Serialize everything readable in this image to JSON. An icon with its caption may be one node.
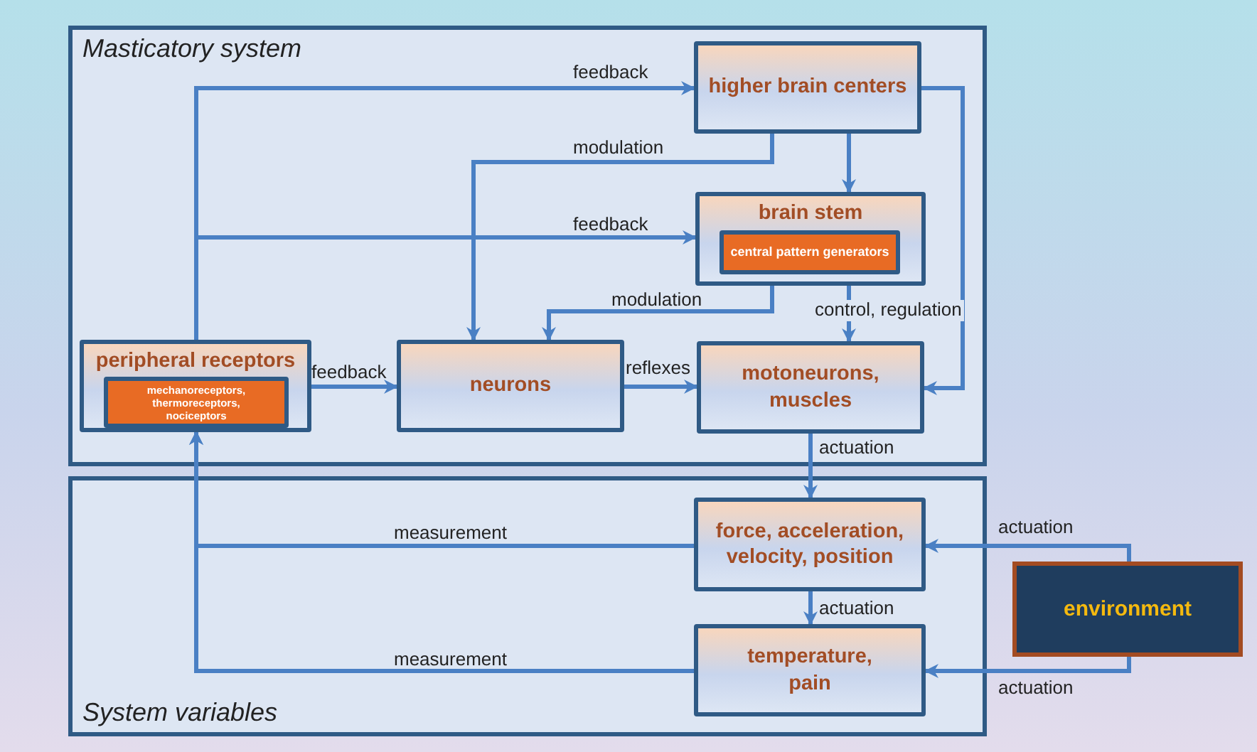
{
  "diagram": {
    "nodes": [
      {
        "text": [
          "Masticatory system"
        ]
      },
      {
        "text": [
          "higher brain centers"
        ],
        "in": 0
      },
      {
        "text": [
          "brain stem"
        ],
        "in": 0
      },
      {
        "text": [
          "central pattern generators"
        ],
        "in": 2
      },
      {
        "text": [
          "peripheral receptors"
        ],
        "in": 0
      },
      {
        "text": [
          "mechanoreceptors, thermoreceptors, nociceptors"
        ],
        "in": 4
      },
      {
        "text": [
          "neurons"
        ],
        "in": 0
      },
      {
        "text": [
          "motoneurons, muscles"
        ],
        "in": 0
      },
      {
        "text": [
          "System variables"
        ]
      },
      {
        "text": [
          "force, acceleration, velocity, position"
        ],
        "in": 8
      },
      {
        "text": [
          "temperature, pain"
        ],
        "in": 8
      },
      {
        "text": [
          "environment"
        ]
      }
    ],
    "edges": [
      {
        "from": 4,
        "to": 1,
        "label": "feedback",
        "arrow": "to"
      },
      {
        "from": 4,
        "to": 2,
        "label": "feedback",
        "arrow": "to"
      },
      {
        "from": 4,
        "to": 6,
        "label": "feedback",
        "arrow": "to"
      },
      {
        "from": 1,
        "to": 6,
        "label": "modulation",
        "arrow": "to"
      },
      {
        "from": 1,
        "to": 2,
        "arrow": "to"
      },
      {
        "from": 1,
        "to": 7,
        "arrow": "to"
      },
      {
        "from": 2,
        "to": 6,
        "label": "modulation",
        "arrow": "to"
      },
      {
        "from": 2,
        "to": 7,
        "label": "control, regulation",
        "arrow": "to"
      },
      {
        "from": 6,
        "to": 7,
        "label": "reflexes",
        "arrow": "to"
      },
      {
        "from": 7,
        "to": 9,
        "label": "actuation",
        "arrow": "to"
      },
      {
        "from": 9,
        "to": 10,
        "label": "actuation",
        "arrow": "to"
      },
      {
        "from": 9,
        "to": 4,
        "label": "measurement",
        "arrow": "to"
      },
      {
        "from": 10,
        "to": 4,
        "label": "measurement",
        "arrow": "to"
      },
      {
        "from": 11,
        "to": 9,
        "label": "actuation",
        "arrow": "to"
      },
      {
        "from": 11,
        "to": 10,
        "label": "actuation",
        "arrow": "to"
      }
    ]
  }
}
